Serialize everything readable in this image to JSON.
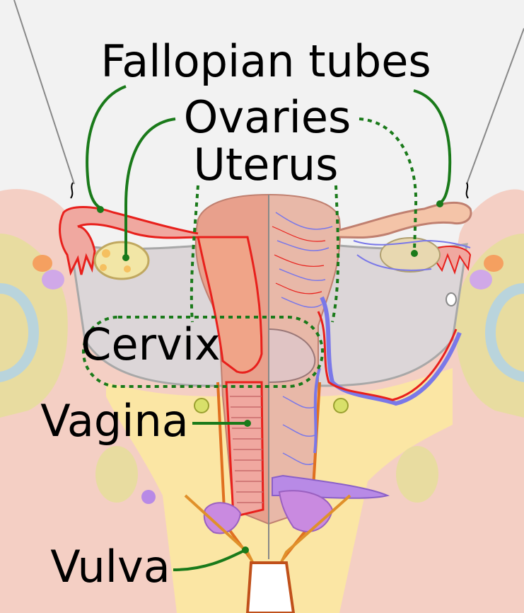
{
  "labels": {
    "fallopian_tubes": "Fallopian tubes",
    "ovaries": "Ovaries",
    "uterus": "Uterus",
    "cervix": "Cervix",
    "vagina": "Vagina",
    "vulva": "Vulva"
  },
  "colors": {
    "background": "#f2f2f2",
    "skin": "#f4cfc4",
    "fat": "#fbe6a4",
    "bone": "#e8dca0",
    "peritoneum": "#dcd6d8",
    "uterus_section": "#e8a08c",
    "uterus_surface": "#e8b8a8",
    "vessel_red": "#e8201c",
    "vessel_blue": "#7a78e8",
    "leader_green": "#1a7a1a",
    "ovary": "#f2e6a6",
    "clitoris": "#b88ae6"
  }
}
